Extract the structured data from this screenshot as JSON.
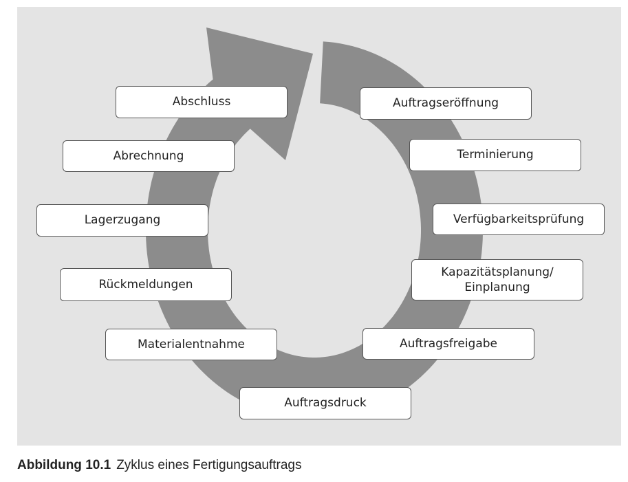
{
  "figure": {
    "steps": [
      {
        "label": "Auftragseröffnung"
      },
      {
        "label": "Terminierung"
      },
      {
        "label": "Verfügbarkeitsprüfung"
      },
      {
        "label": "Kapazitätsplanung/ Einplanung"
      },
      {
        "label": "Auftragsfreigabe"
      },
      {
        "label": "Auftragsdruck"
      },
      {
        "label": "Materialentnahme"
      },
      {
        "label": "Rückmeldungen"
      },
      {
        "label": "Lagerzugang"
      },
      {
        "label": "Abrechnung"
      },
      {
        "label": "Abschluss"
      }
    ],
    "colors": {
      "panel": "#e4e4e4",
      "arrow": "#8c8c8c"
    }
  },
  "caption": {
    "number": "Abbildung 10.1",
    "text": "Zyklus eines Fertigungsauftrags"
  }
}
